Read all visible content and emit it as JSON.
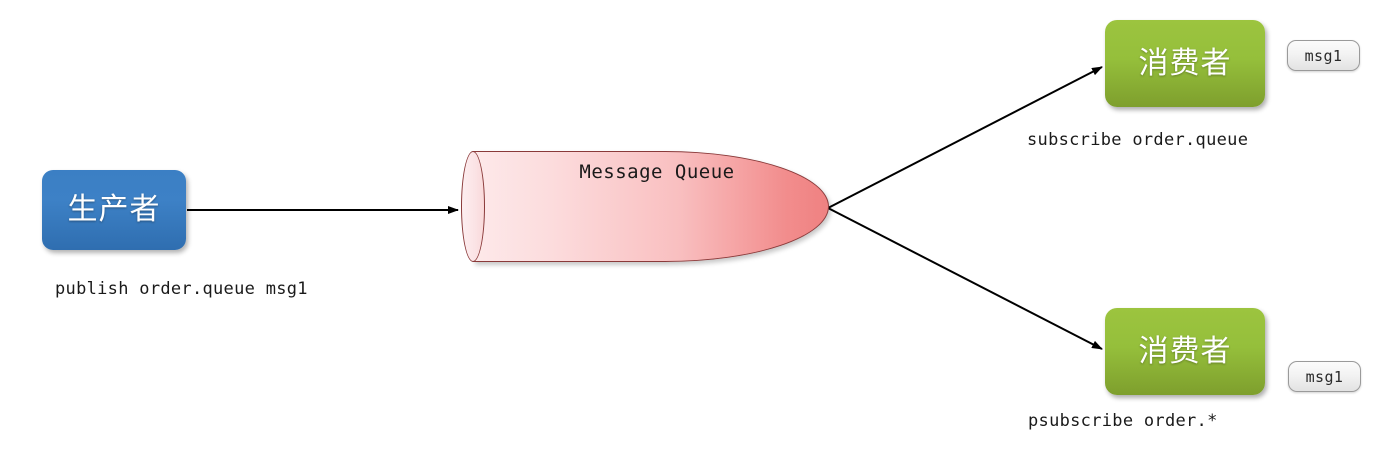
{
  "diagram": {
    "title": "Message Queue publish/subscribe diagram",
    "background": "#ffffff",
    "colors": {
      "producer_fill_top": "#3b7fc4",
      "producer_fill_bottom": "#2f6eb0",
      "consumer_fill_top": "#9cc43f",
      "consumer_fill_bottom": "#7e9f2d",
      "queue_fill_left": "#fde9ea",
      "queue_fill_right": "#ef8181",
      "queue_stroke": "#8a3a3a",
      "badge_fill": "#f3f3f3",
      "badge_stroke": "#9a9a9a",
      "edge_stroke": "#000000",
      "node_text": "#ffffff",
      "caption_text": "#1a1a1a"
    }
  },
  "nodes": {
    "producer": {
      "label": "生产者",
      "shape": "rounded-rect"
    },
    "queue": {
      "label": "Message Queue",
      "shape": "cylinder"
    },
    "consumer_top": {
      "label": "消费者",
      "shape": "rounded-rect"
    },
    "consumer_bottom": {
      "label": "消费者",
      "shape": "rounded-rect"
    }
  },
  "badges": {
    "top": {
      "label": "msg1"
    },
    "bottom": {
      "label": "msg1"
    }
  },
  "edges": {
    "publish": {
      "caption": "publish order.queue msg1",
      "from": "producer",
      "to": "queue"
    },
    "subscribe": {
      "caption": "subscribe order.queue",
      "from": "queue",
      "to": "consumer_top"
    },
    "psubscribe": {
      "caption": "psubscribe order.*",
      "from": "queue",
      "to": "consumer_bottom"
    }
  }
}
